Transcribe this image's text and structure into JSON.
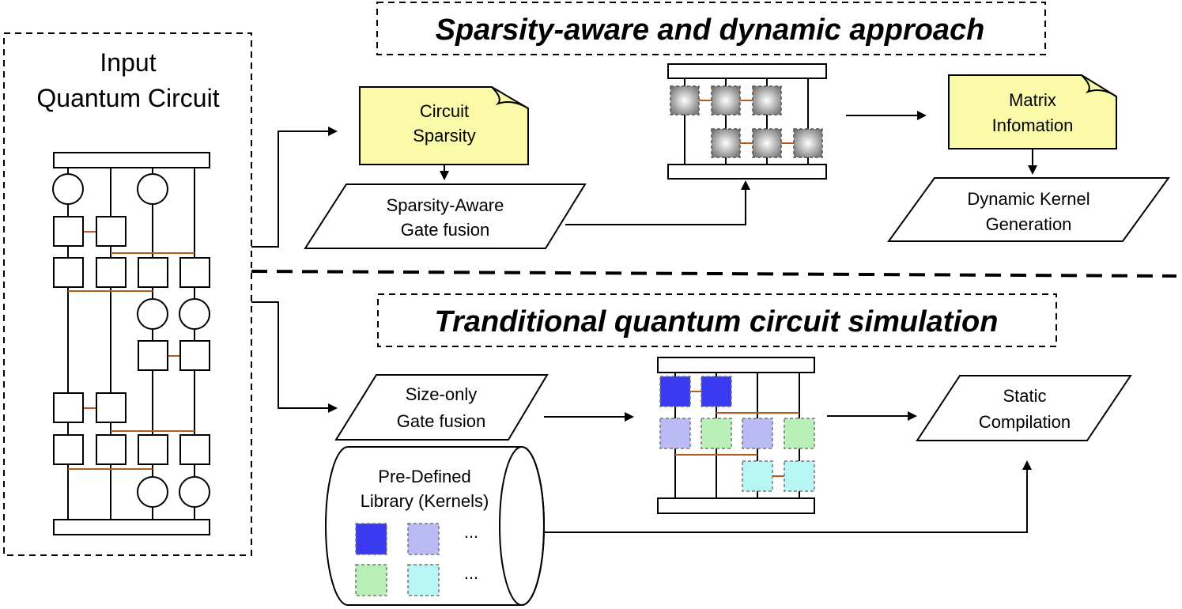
{
  "input_panel": {
    "title_line1": "Input",
    "title_line2": "Quantum Circuit"
  },
  "sparse_section": {
    "title": "Sparsity-aware and dynamic approach",
    "sparsity_note": {
      "line1": "Circuit",
      "line2": "Sparsity"
    },
    "gate_fusion": {
      "line1": "Sparsity-Aware",
      "line2": "Gate fusion"
    },
    "matrix_note": {
      "line1": "Matrix",
      "line2": "Infomation"
    },
    "kernel_gen": {
      "line1": "Dynamic Kernel",
      "line2": "Generation"
    }
  },
  "traditional_section": {
    "title": "Tranditional quantum circuit simulation",
    "gate_fusion": {
      "line1": "Size-only",
      "line2": "Gate fusion"
    },
    "static_compile": {
      "line1": "Static",
      "line2": "Compilation"
    },
    "library": {
      "line1": "Pre-Defined",
      "line2": "Library (Kernels)",
      "ellipsis": "..."
    }
  },
  "colors": {
    "note_fill": "#fafaa8",
    "connector": "#b85c1e",
    "kernel_dark_blue": "#3a3af0",
    "kernel_light_blue": "#babaf5",
    "kernel_green": "#b8f0b8",
    "kernel_cyan": "#b8f5f5"
  }
}
